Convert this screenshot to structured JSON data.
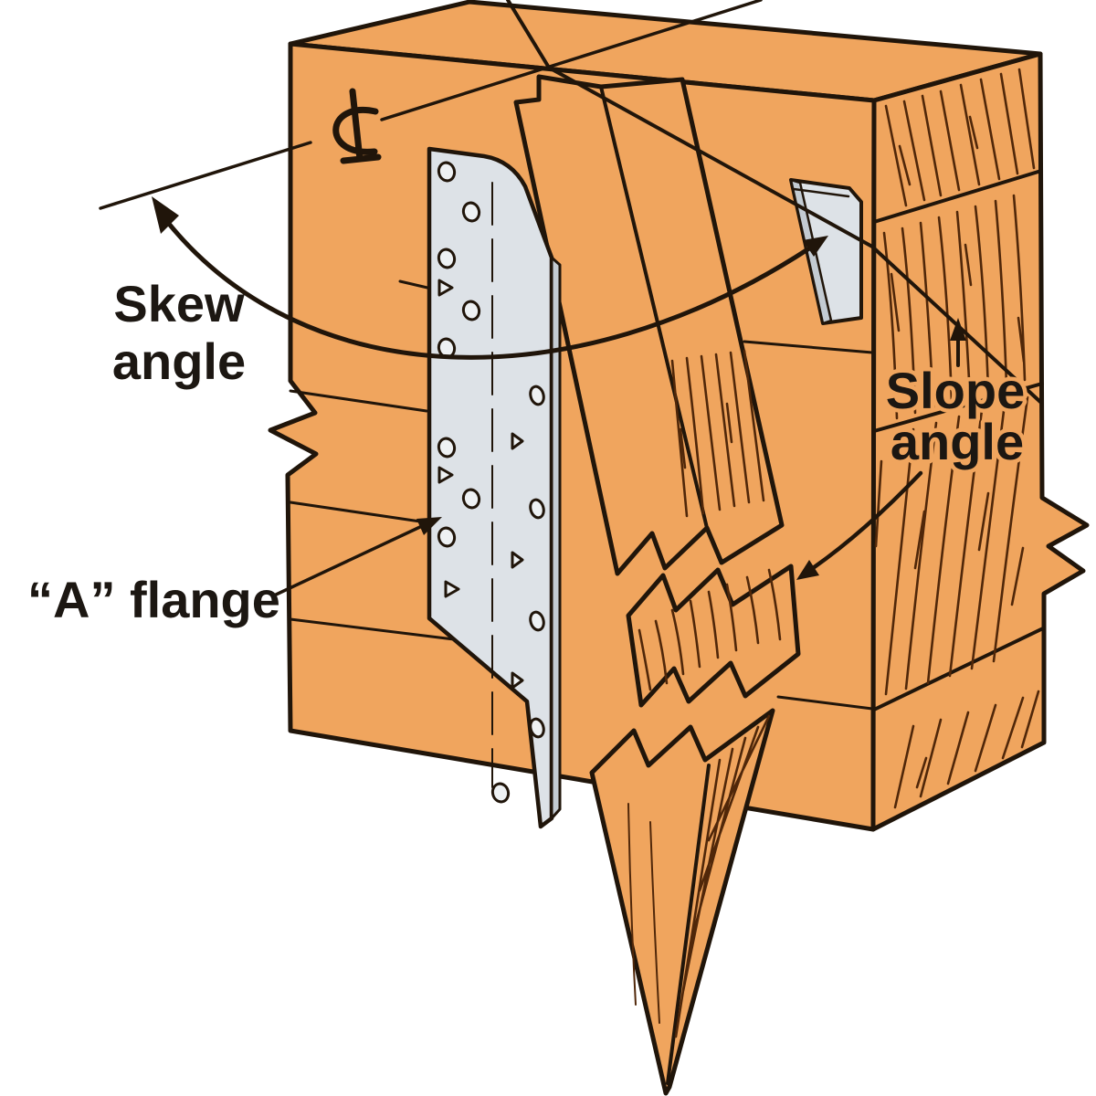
{
  "diagram": {
    "type": "technical-illustration",
    "subject": "skewed and sloped joist hanger on wood header",
    "labels": {
      "skew_line1": "Skew",
      "skew_line2": "angle",
      "slope_line1": "Slope",
      "slope_line2": "angle",
      "a_flange": "“A” flange",
      "centerline_symbol": "℄"
    },
    "icons": {
      "centerline_icon": "centerline-symbol",
      "skew_arrow": "curved-double-arrow",
      "slope_arrow_up": "up-arrow",
      "slope_arrow_curved": "curved-down-left-arrow",
      "flange_leader": "leader-arrow"
    }
  },
  "colors": {
    "bg": "#ffffff",
    "wood": "#f0a55e",
    "metal": "#dde2e7",
    "metal_edge": "#c3cbd2",
    "hole": "#eef1f3",
    "outline": "#20150a",
    "grain": "#502709",
    "label": "#1c1712"
  }
}
